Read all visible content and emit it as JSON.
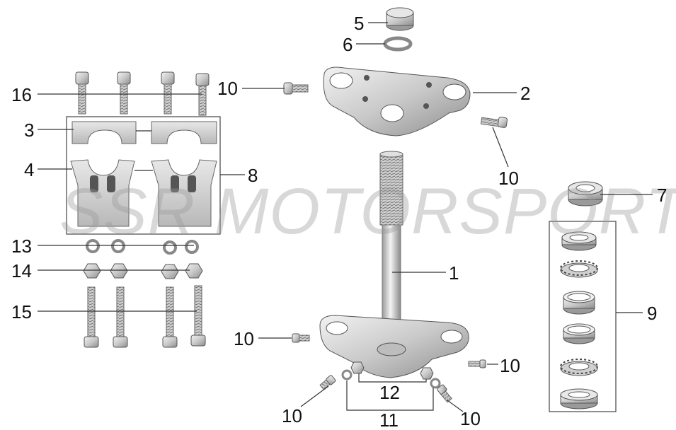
{
  "watermark": "SSR MOTORSPORTS",
  "callouts": [
    {
      "id": "c1",
      "text": "1"
    },
    {
      "id": "c2",
      "text": "2"
    },
    {
      "id": "c3",
      "text": "3"
    },
    {
      "id": "c4",
      "text": "4"
    },
    {
      "id": "c5",
      "text": "5"
    },
    {
      "id": "c6",
      "text": "6"
    },
    {
      "id": "c7",
      "text": "7"
    },
    {
      "id": "c8",
      "text": "8"
    },
    {
      "id": "c9",
      "text": "9"
    },
    {
      "id": "c10",
      "text": "10"
    },
    {
      "id": "c11",
      "text": "11"
    },
    {
      "id": "c12",
      "text": "12"
    },
    {
      "id": "c13",
      "text": "13"
    },
    {
      "id": "c14",
      "text": "14"
    },
    {
      "id": "c15",
      "text": "15"
    },
    {
      "id": "c16",
      "text": "16"
    }
  ]
}
